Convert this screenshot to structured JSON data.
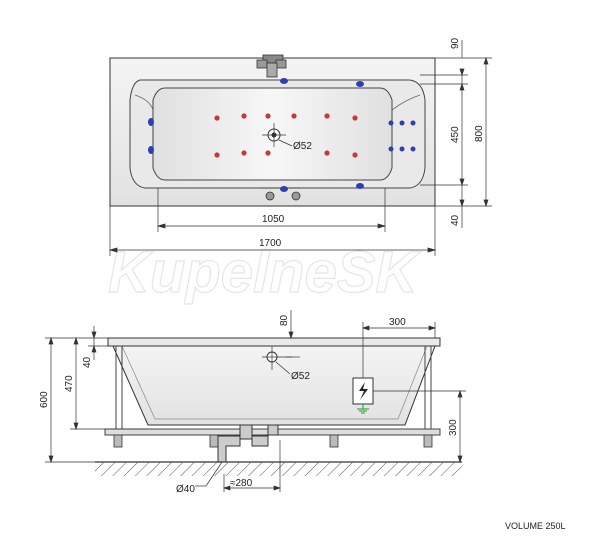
{
  "top_view": {
    "dim_total_length": "1700",
    "dim_inner_length": "1050",
    "dim_total_width": "800",
    "dim_inner_width": "450",
    "dim_top_offset": "90",
    "dim_bottom_offset": "40",
    "drain_label": "Ø52"
  },
  "side_view": {
    "dim_total_height": "600",
    "dim_depth": "470",
    "dim_rim": "40",
    "dim_drain_top": "80",
    "dim_box_offset": "300",
    "dim_box_height": "300",
    "drain_label": "Ø52",
    "waste_label": "Ø40",
    "waste_length": "≈280"
  },
  "watermark": "KupelneSK",
  "volume_label": "VOLUME 250L",
  "colors": {
    "jet_red": "#c23a3a",
    "jet_blue": "#2f3fb0",
    "line": "#333333",
    "ground_earth": "#1f9a2a"
  }
}
